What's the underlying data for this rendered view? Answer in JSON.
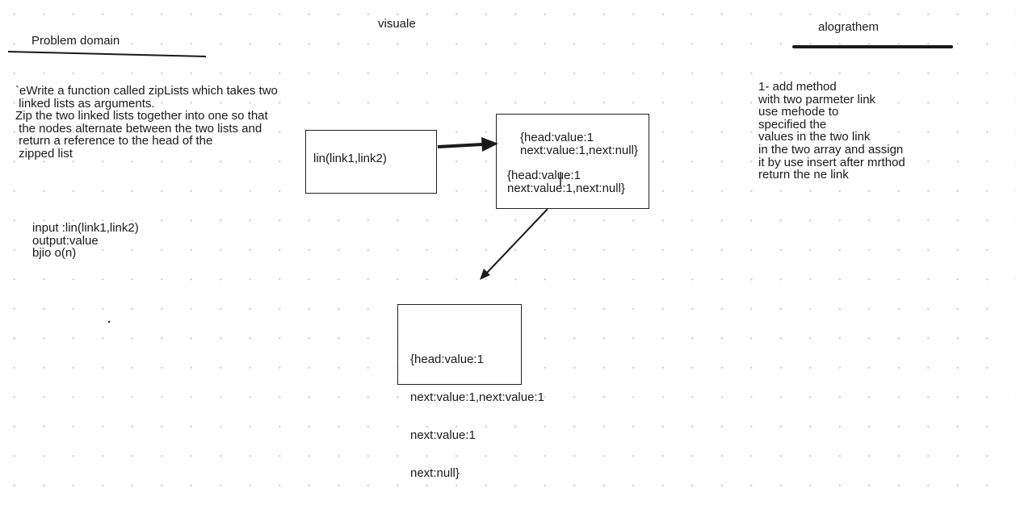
{
  "headings": {
    "problem_domain": "Problem domain",
    "visuale": "visuale",
    "algorithm": "alograthem"
  },
  "problem_text": [
    "`eWrite a function called zipLists which takes two",
    " linked lists as arguments.",
    "Zip the two linked lists together into one so that",
    " the nodes alternate between the two lists and",
    " return a reference to the head of the",
    " zipped list"
  ],
  "io_text": [
    "input :lin(link1,link2)",
    "output:value",
    "bjio o(n)"
  ],
  "stray_dot": ".",
  "function_box_label": "lin(link1,link2)",
  "input_lists": {
    "list1": [
      "{head:value:1",
      "next:value:1,next:null}"
    ],
    "list2": [
      "{head:value:1",
      "next:value:1,next:null}"
    ]
  },
  "result_list": [
    "{head:value:1",
    "next:value:1,next:value:1",
    "next:value:1",
    "next:null}"
  ],
  "algorithm_steps": [
    "1- add method",
    "with two parmeter link",
    "use mehode to",
    "specified the",
    "values in the two link",
    "in the two array and assign",
    "it by use insert after mrthod",
    "return the ne link"
  ]
}
